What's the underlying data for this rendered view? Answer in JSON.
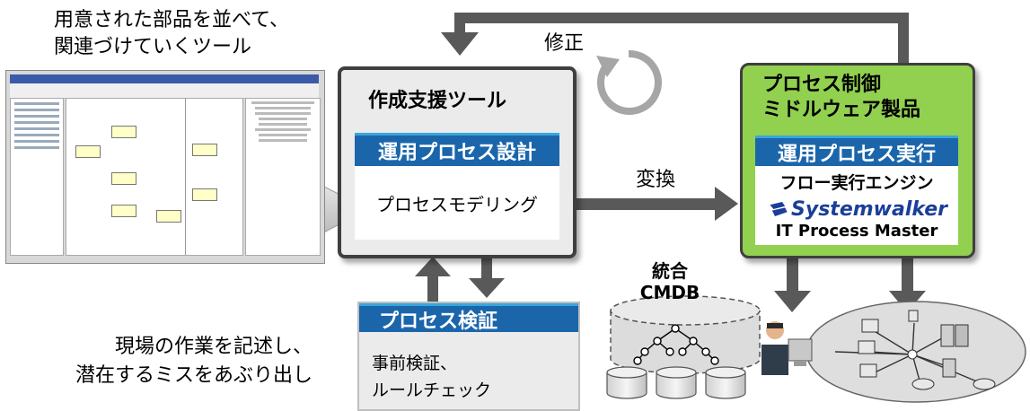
{
  "caption_top_left": [
    "用意された部品を並べて、",
    "関連づけていくツール"
  ],
  "caption_bottom_left": [
    "現場の作業を記述し、",
    "潜在するミスをあぶり出し"
  ],
  "arrow_labels": {
    "fix": "修正",
    "convert": "変換"
  },
  "authoring_tool": {
    "title": "作成支援ツール",
    "header": "運用プロセス設計",
    "body": "プロセスモデリング"
  },
  "middleware": {
    "title": [
      "プロセス制御",
      "ミドルウェア製品"
    ],
    "header": "運用プロセス実行",
    "engine": "フロー実行エンジン",
    "brand_logo": "Systemwalker",
    "product": "IT Process Master"
  },
  "verification": {
    "header": "プロセス検証",
    "body": [
      "事前検証、",
      "ルールチェック"
    ]
  },
  "cmdb": {
    "label": [
      "統合",
      "CMDB"
    ]
  },
  "colors": {
    "panel_gray": "#ebebeb",
    "arrow_gray": "#595959",
    "accent_blue": "#1b66ab",
    "accent_green": "#92d050",
    "border_dark": "#3f3f3f"
  },
  "icons": [
    "refresh-cycle-icon",
    "user-at-pc-icon",
    "server-icon",
    "database-icon",
    "hierarchy-tree-icon",
    "systemwalker-logo-icon"
  ]
}
